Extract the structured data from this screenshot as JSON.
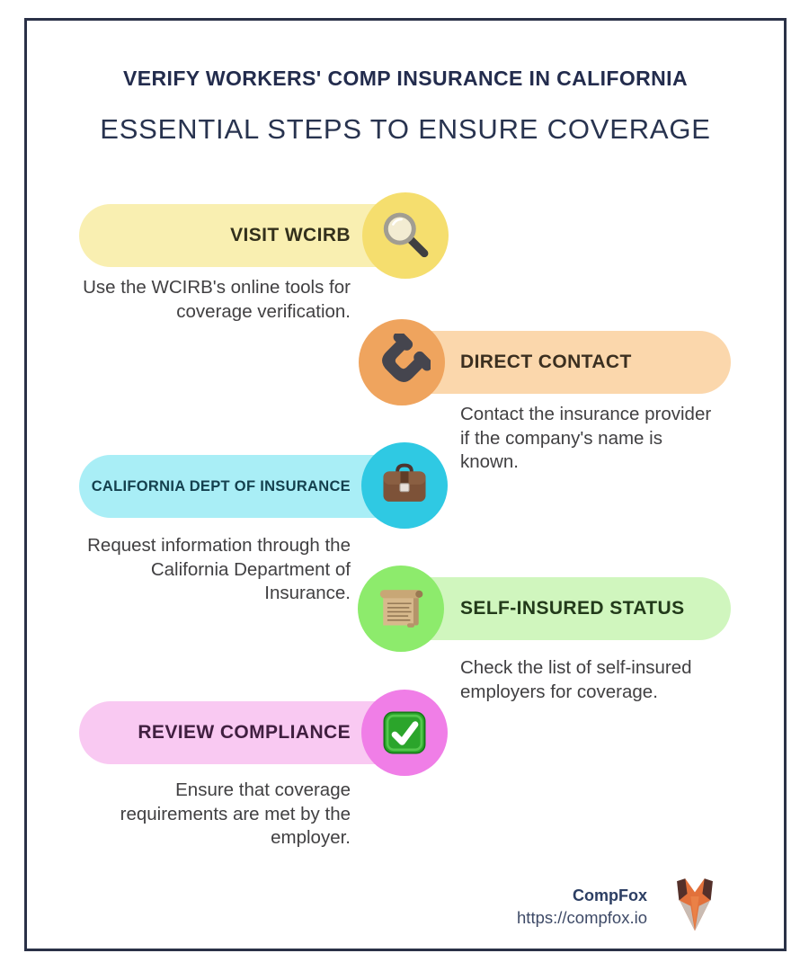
{
  "page": {
    "background": "#FFFFFF",
    "frame_border_color": "#2A3147"
  },
  "header": {
    "title": "VERIFY WORKERS' COMP INSURANCE IN CALIFORNIA",
    "subtitle": "ESSENTIAL STEPS TO ENSURE COVERAGE",
    "title_color": "#232C4D",
    "subtitle_color": "#28334F"
  },
  "steps": [
    {
      "label": "VISIT WCIRB",
      "description": "Use the WCIRB's online tools for coverage verification.",
      "icon": "magnifier-icon",
      "side": "left",
      "colors": {
        "pill": "#F9EFB1",
        "circle": "#F5DE6E",
        "label": "#33301C"
      }
    },
    {
      "label": "DIRECT CONTACT",
      "description": "Contact the insurance provider if the company's name is known.",
      "icon": "phone-receiver-icon",
      "side": "right",
      "colors": {
        "pill": "#FBD7AC",
        "circle": "#EFA45E",
        "label": "#3B2F20"
      }
    },
    {
      "label": "CALIFORNIA DEPT OF INSURANCE",
      "description": "Request information through the California Department of Insurance.",
      "icon": "briefcase-icon",
      "side": "left",
      "colors": {
        "pill": "#A9EEF6",
        "circle": "#2FC9E3",
        "label": "#14404E"
      }
    },
    {
      "label": "SELF-INSURED STATUS",
      "description": "Check the list of self-insured employers for coverage.",
      "icon": "scroll-icon",
      "side": "right",
      "colors": {
        "pill": "#D0F6BE",
        "circle": "#8DEB6C",
        "label": "#223A1A"
      }
    },
    {
      "label": "REVIEW COMPLIANCE",
      "description": "Ensure that coverage requirements are met by the employer.",
      "icon": "check-button-icon",
      "side": "left",
      "colors": {
        "pill": "#F9C9F2",
        "circle": "#F07EE7",
        "label": "#401F40"
      }
    }
  ],
  "footer": {
    "brand": "CompFox",
    "url": "https://compfox.io",
    "logo": "fox-logo",
    "brand_color": "#2C3E63",
    "url_color": "#3E4A67"
  }
}
